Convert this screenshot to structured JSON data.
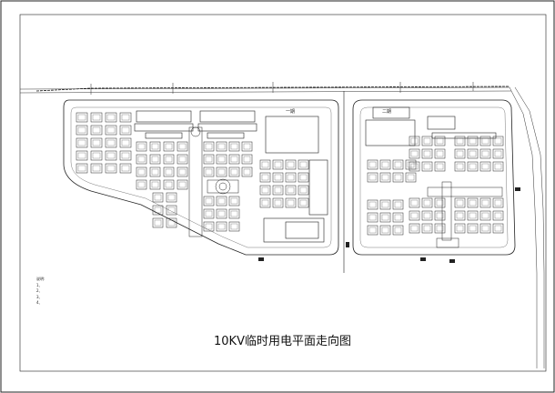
{
  "drawing": {
    "title": "10KV临时用电平面走向图",
    "zone_one_label": "一期",
    "zone_two_label": "二期",
    "notes_heading": "说明:",
    "notes": [
      "1、",
      "2、",
      "3、",
      "4、"
    ]
  }
}
